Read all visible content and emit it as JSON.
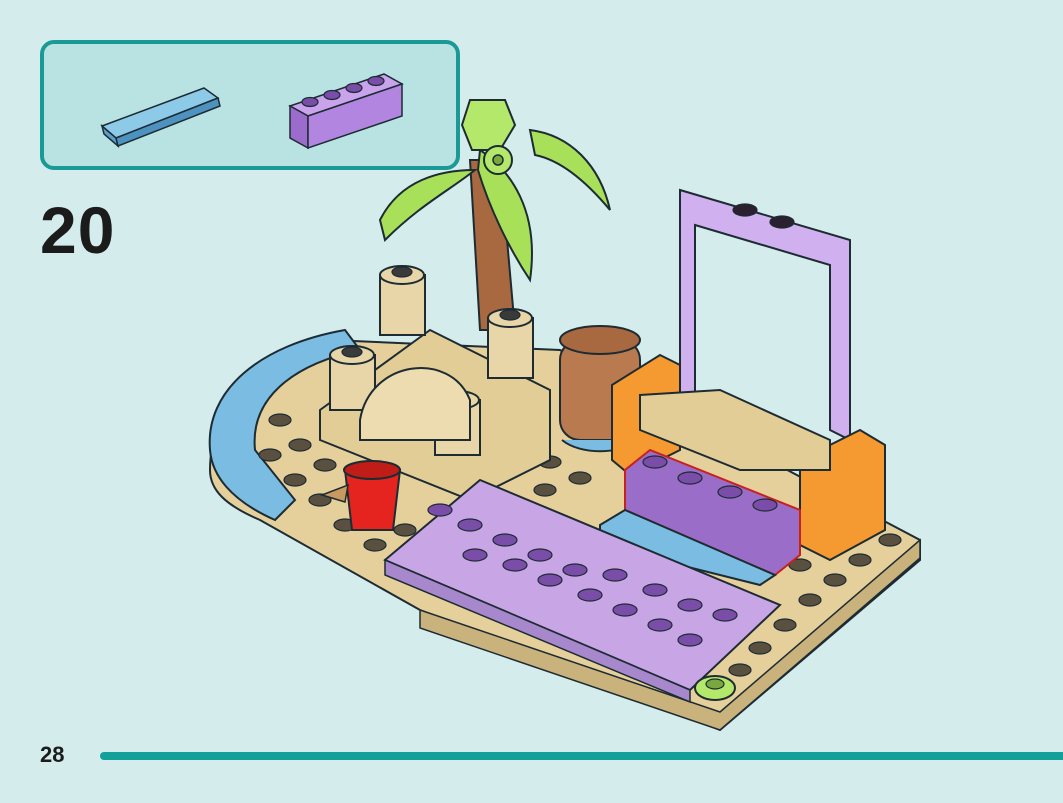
{
  "step": {
    "number": "20"
  },
  "page": {
    "number": "28"
  },
  "parts_callout": {
    "parts": [
      {
        "name": "light-blue-flat-tile-1x4",
        "color": "#6fb4dc"
      },
      {
        "name": "lavender-brick-1x4",
        "color": "#b98ee0"
      }
    ]
  },
  "colors": {
    "background": "#d4ecec",
    "accent_teal": "#1a9a96",
    "tan": "#e3cd97",
    "lavender": "#c8a6e6",
    "dark_purple": "#9a6ec8",
    "orange": "#f59a30",
    "light_blue": "#7bbde2",
    "lime_green": "#a8e05a",
    "brown": "#a86840",
    "red": "#e52420"
  }
}
